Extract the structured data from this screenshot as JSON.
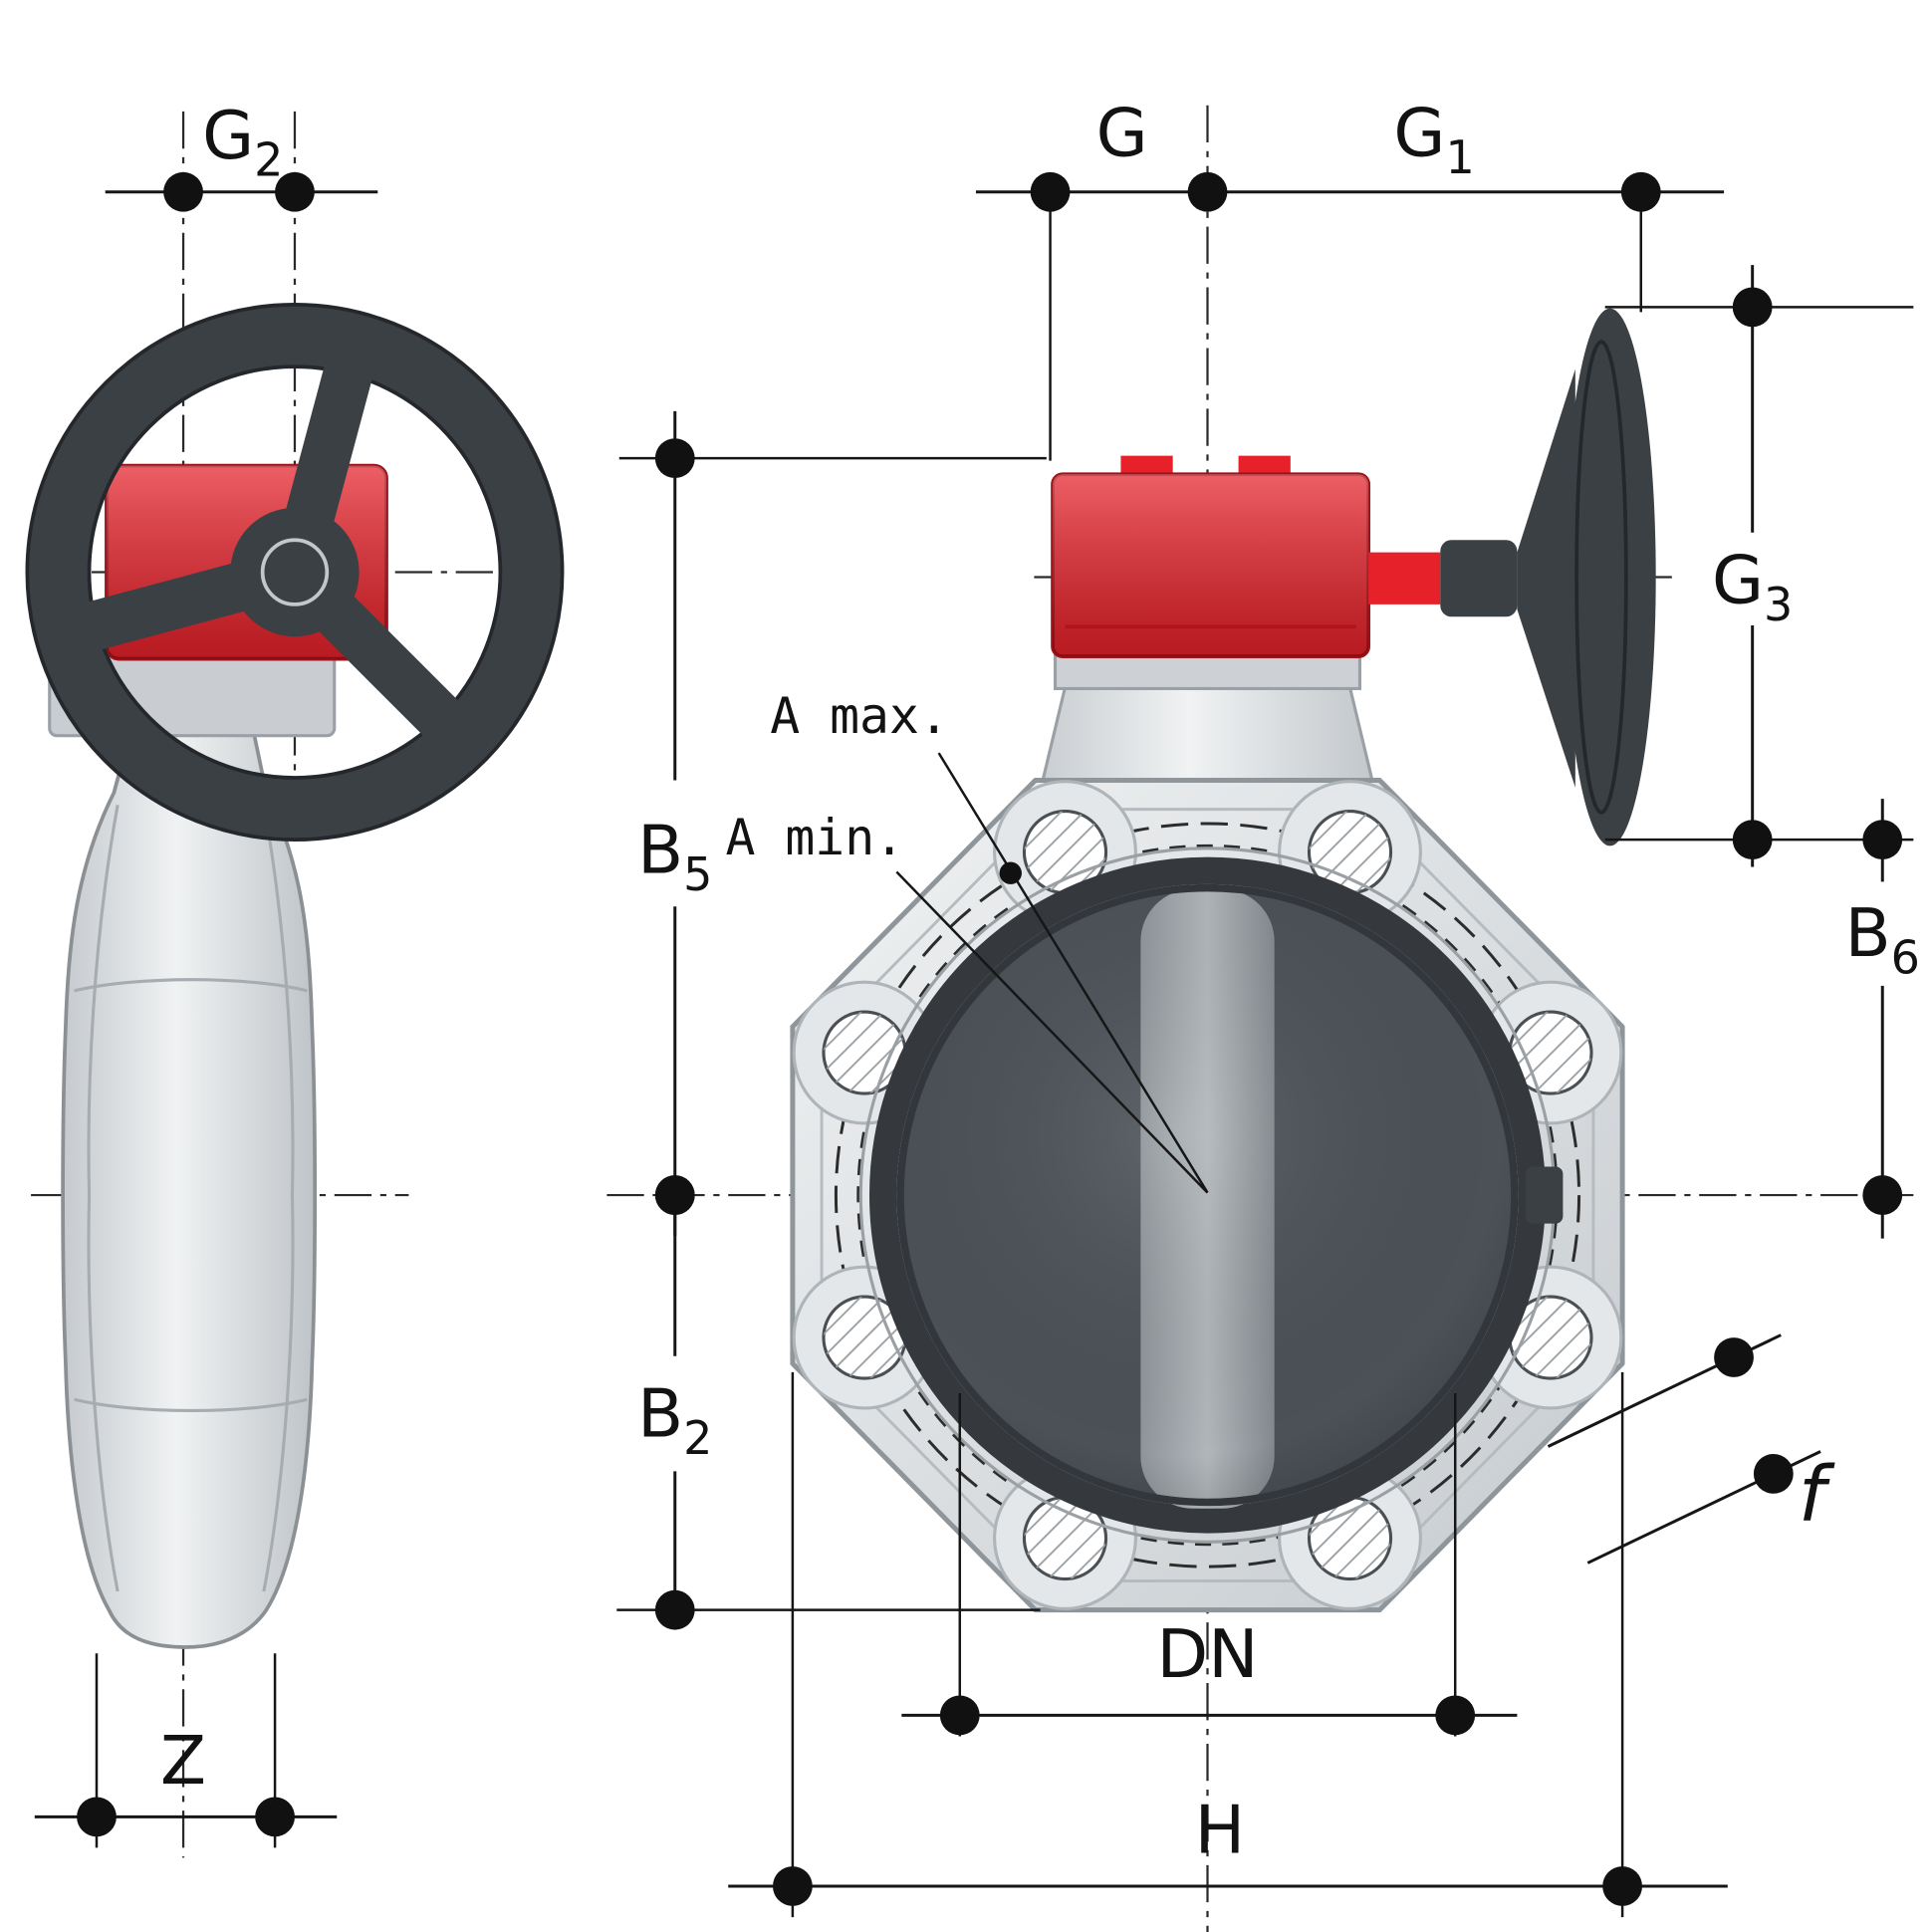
{
  "drawing": {
    "labels": {
      "g2": {
        "base": "G",
        "sub": "2"
      },
      "g": {
        "base": "G",
        "sub": ""
      },
      "g1": {
        "base": "G",
        "sub": "1"
      },
      "g3": {
        "base": "G",
        "sub": "3"
      },
      "b5": {
        "base": "B",
        "sub": "5"
      },
      "b6": {
        "base": "B",
        "sub": "6"
      },
      "b2": {
        "base": "B",
        "sub": "2"
      },
      "a_max": {
        "text": "A max."
      },
      "a_min": {
        "text": "A min."
      },
      "dn": {
        "text": "DN"
      },
      "h": {
        "text": "H"
      },
      "z": {
        "text": "Z"
      },
      "f": {
        "text": "f"
      }
    },
    "colors": {
      "gearbox_red": "#e62129",
      "wheel_dark": "#3b4045",
      "disc_dark": "#4b5157",
      "body_gray": "#d7dadd",
      "line": "#161616"
    }
  }
}
